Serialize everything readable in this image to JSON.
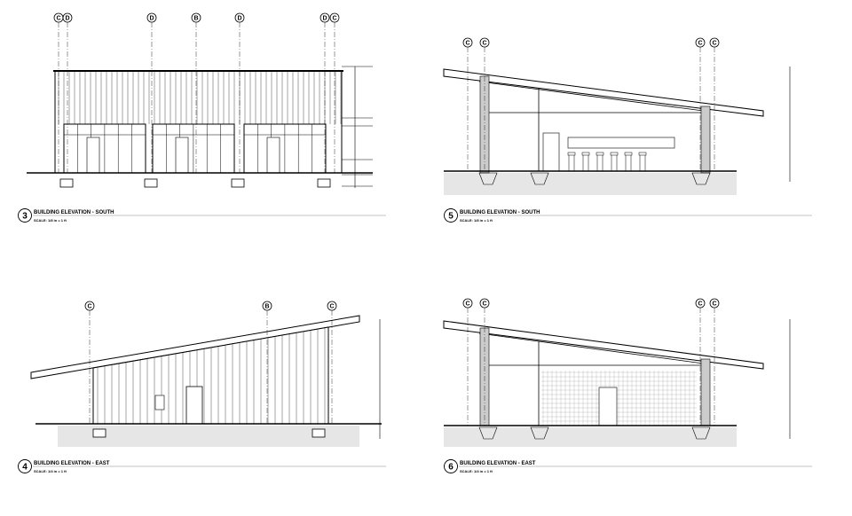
{
  "views": [
    {
      "number": "3",
      "title": "BUILDING ELEVATION - SOUTH",
      "scale": "SCALE: 1/8 in = 1 ft",
      "grid": [
        "C",
        "D",
        "D",
        "B",
        "D",
        "D",
        "C"
      ]
    },
    {
      "number": "5",
      "title": "BUILDING ELEVATION - SOUTH",
      "scale": "SCALE: 1/8 in = 1 ft",
      "grid": [
        "C",
        "C",
        "C",
        "C"
      ]
    },
    {
      "number": "4",
      "title": "BUILDING ELEVATION - EAST",
      "scale": "SCALE: 1/4 in = 1 ft",
      "grid": [
        "C",
        "B",
        "C"
      ]
    },
    {
      "number": "6",
      "title": "BUILDING ELEVATION - EAST",
      "scale": "SCALE: 1/4 in = 1 ft",
      "grid": [
        "C",
        "C",
        "C",
        "C"
      ]
    }
  ]
}
